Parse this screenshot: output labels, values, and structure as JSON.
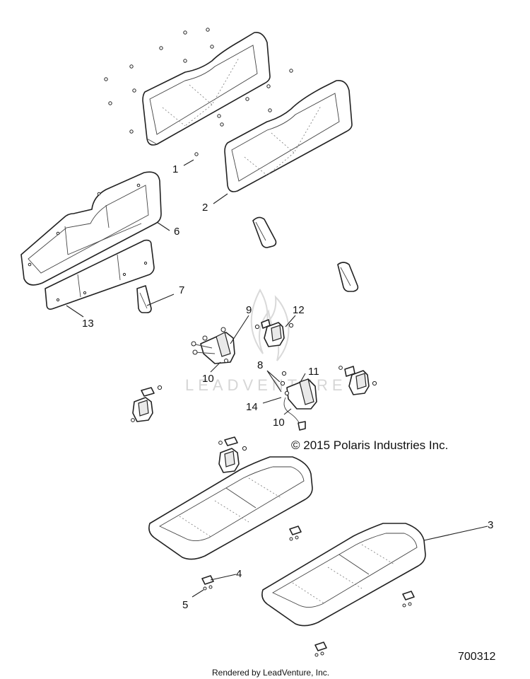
{
  "diagram": {
    "copyright": "© 2015 Polaris Industries Inc.",
    "drawing_number": "700312",
    "rendered_by": "Rendered by LeadVenture, Inc.",
    "watermark": "LEADVENTURE",
    "callouts": {
      "c1": "1",
      "c2": "2",
      "c3": "3",
      "c4": "4",
      "c5": "5",
      "c6": "6",
      "c7": "7",
      "c8": "8",
      "c9": "9",
      "c10a": "10",
      "c10b": "10",
      "c11": "11",
      "c12": "12",
      "c13": "13",
      "c14": "14"
    }
  }
}
